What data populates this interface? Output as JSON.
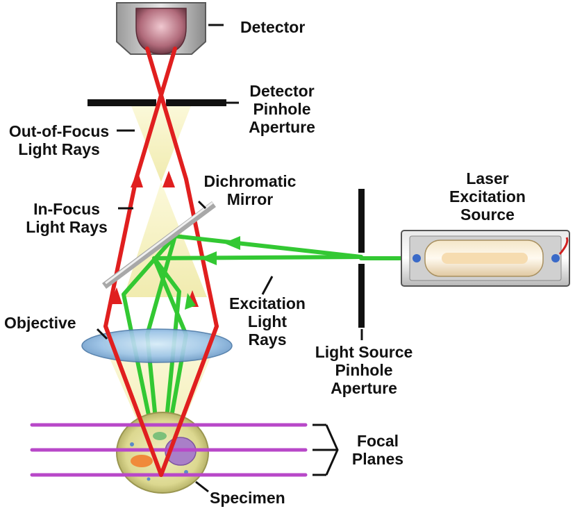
{
  "labels": {
    "detector": [
      "Detector"
    ],
    "detector_pinhole": [
      "Detector",
      "Pinhole",
      "Aperture"
    ],
    "out_of_focus": [
      "Out-of-Focus",
      "Light Rays"
    ],
    "in_focus": [
      "In-Focus",
      "Light Rays"
    ],
    "dichromatic_mirror": [
      "Dichromatic",
      "Mirror"
    ],
    "laser_source": [
      "Laser",
      "Excitation",
      "Source"
    ],
    "excitation_rays": [
      "Excitation",
      "Light",
      "Rays"
    ],
    "objective": [
      "Objective"
    ],
    "light_source_pinhole": [
      "Light Source",
      "Pinhole",
      "Aperture"
    ],
    "focal_planes": [
      "Focal",
      "Planes"
    ],
    "specimen": [
      "Specimen"
    ]
  },
  "colors": {
    "red_ray": "#e01f1f",
    "green_ray": "#33c833",
    "cone_fill": "#f4f0b4",
    "focal_plane": "#b848c8",
    "aperture": "#111111",
    "mirror": "#c8c8c8",
    "lens": "#9cc4e8",
    "detector_lens": "#b06a7a"
  }
}
